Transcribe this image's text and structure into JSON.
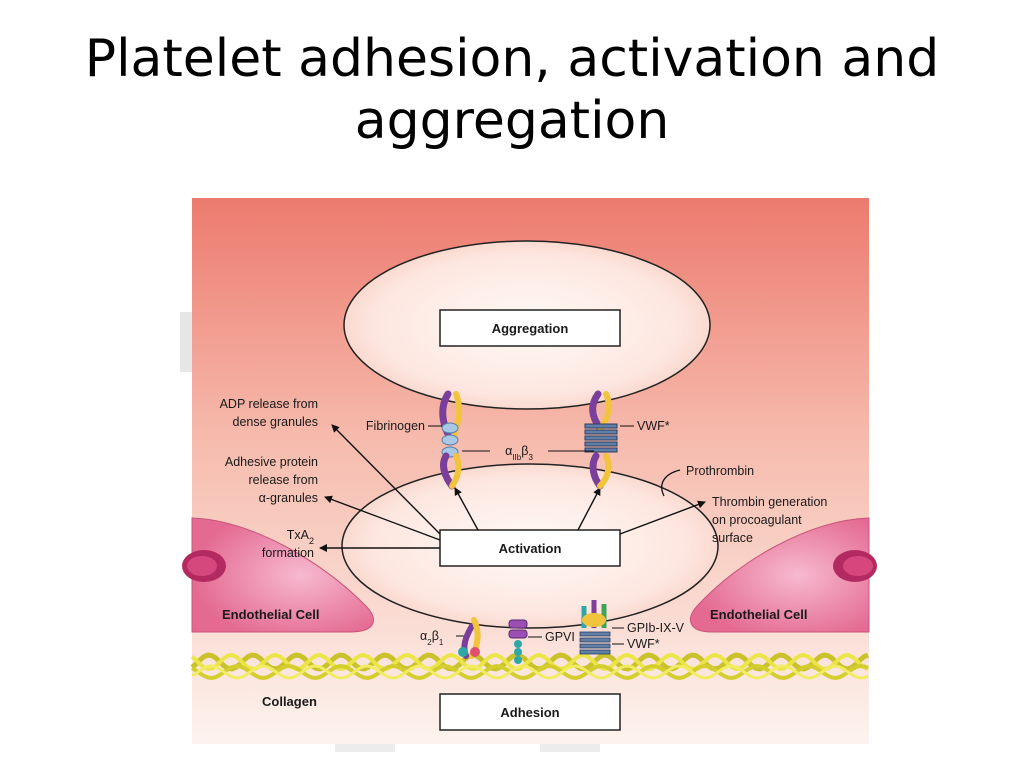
{
  "slide": {
    "title_line1": "Platelet adhesion, activation and",
    "title_line2": "aggregation"
  },
  "diagram": {
    "boxes": {
      "aggregation": "Aggregation",
      "activation": "Activation",
      "adhesion": "Adhesion"
    },
    "left_labels": {
      "adp_line1": "ADP release from",
      "adp_line2": "dense granules",
      "adhesive_line1": "Adhesive protein",
      "adhesive_line2": "release from",
      "adhesive_line3": "α-granules",
      "txa2_line1": "TxA",
      "txa2_sub": "2",
      "txa2_line2": "formation"
    },
    "receptor_labels": {
      "fibrinogen": "Fibrinogen",
      "vwf_top": "VWF*",
      "aiib_b3_a": "α",
      "aiib_b3_sub1": "IIb",
      "aiib_b3_b": "β",
      "aiib_b3_sub2": "3",
      "a2b1_a": "α",
      "a2b1_sub1": "2",
      "a2b1_b": "β",
      "a2b1_sub2": "1",
      "gpvi": "GPVI",
      "gpib": "GPIb-IX-V",
      "vwf_bottom": "VWF*"
    },
    "right_labels": {
      "prothrombin": "Prothrombin",
      "thrombin_line1": "Thrombin generation",
      "thrombin_line2": "on procoagulant",
      "thrombin_line3": "surface"
    },
    "tissue_labels": {
      "endothelial_left": "Endothelial Cell",
      "endothelial_right": "Endothelial Cell",
      "collagen": "Collagen"
    },
    "colors": {
      "background_top": "#ec7a6e",
      "background_bottom": "#fdf3ee",
      "platelet": "#fde6df",
      "endothelial": "#e46a92",
      "collagen": "#e3dc3c",
      "receptor_purple": "#7a3f9a",
      "receptor_yellow": "#f2c33c"
    }
  }
}
